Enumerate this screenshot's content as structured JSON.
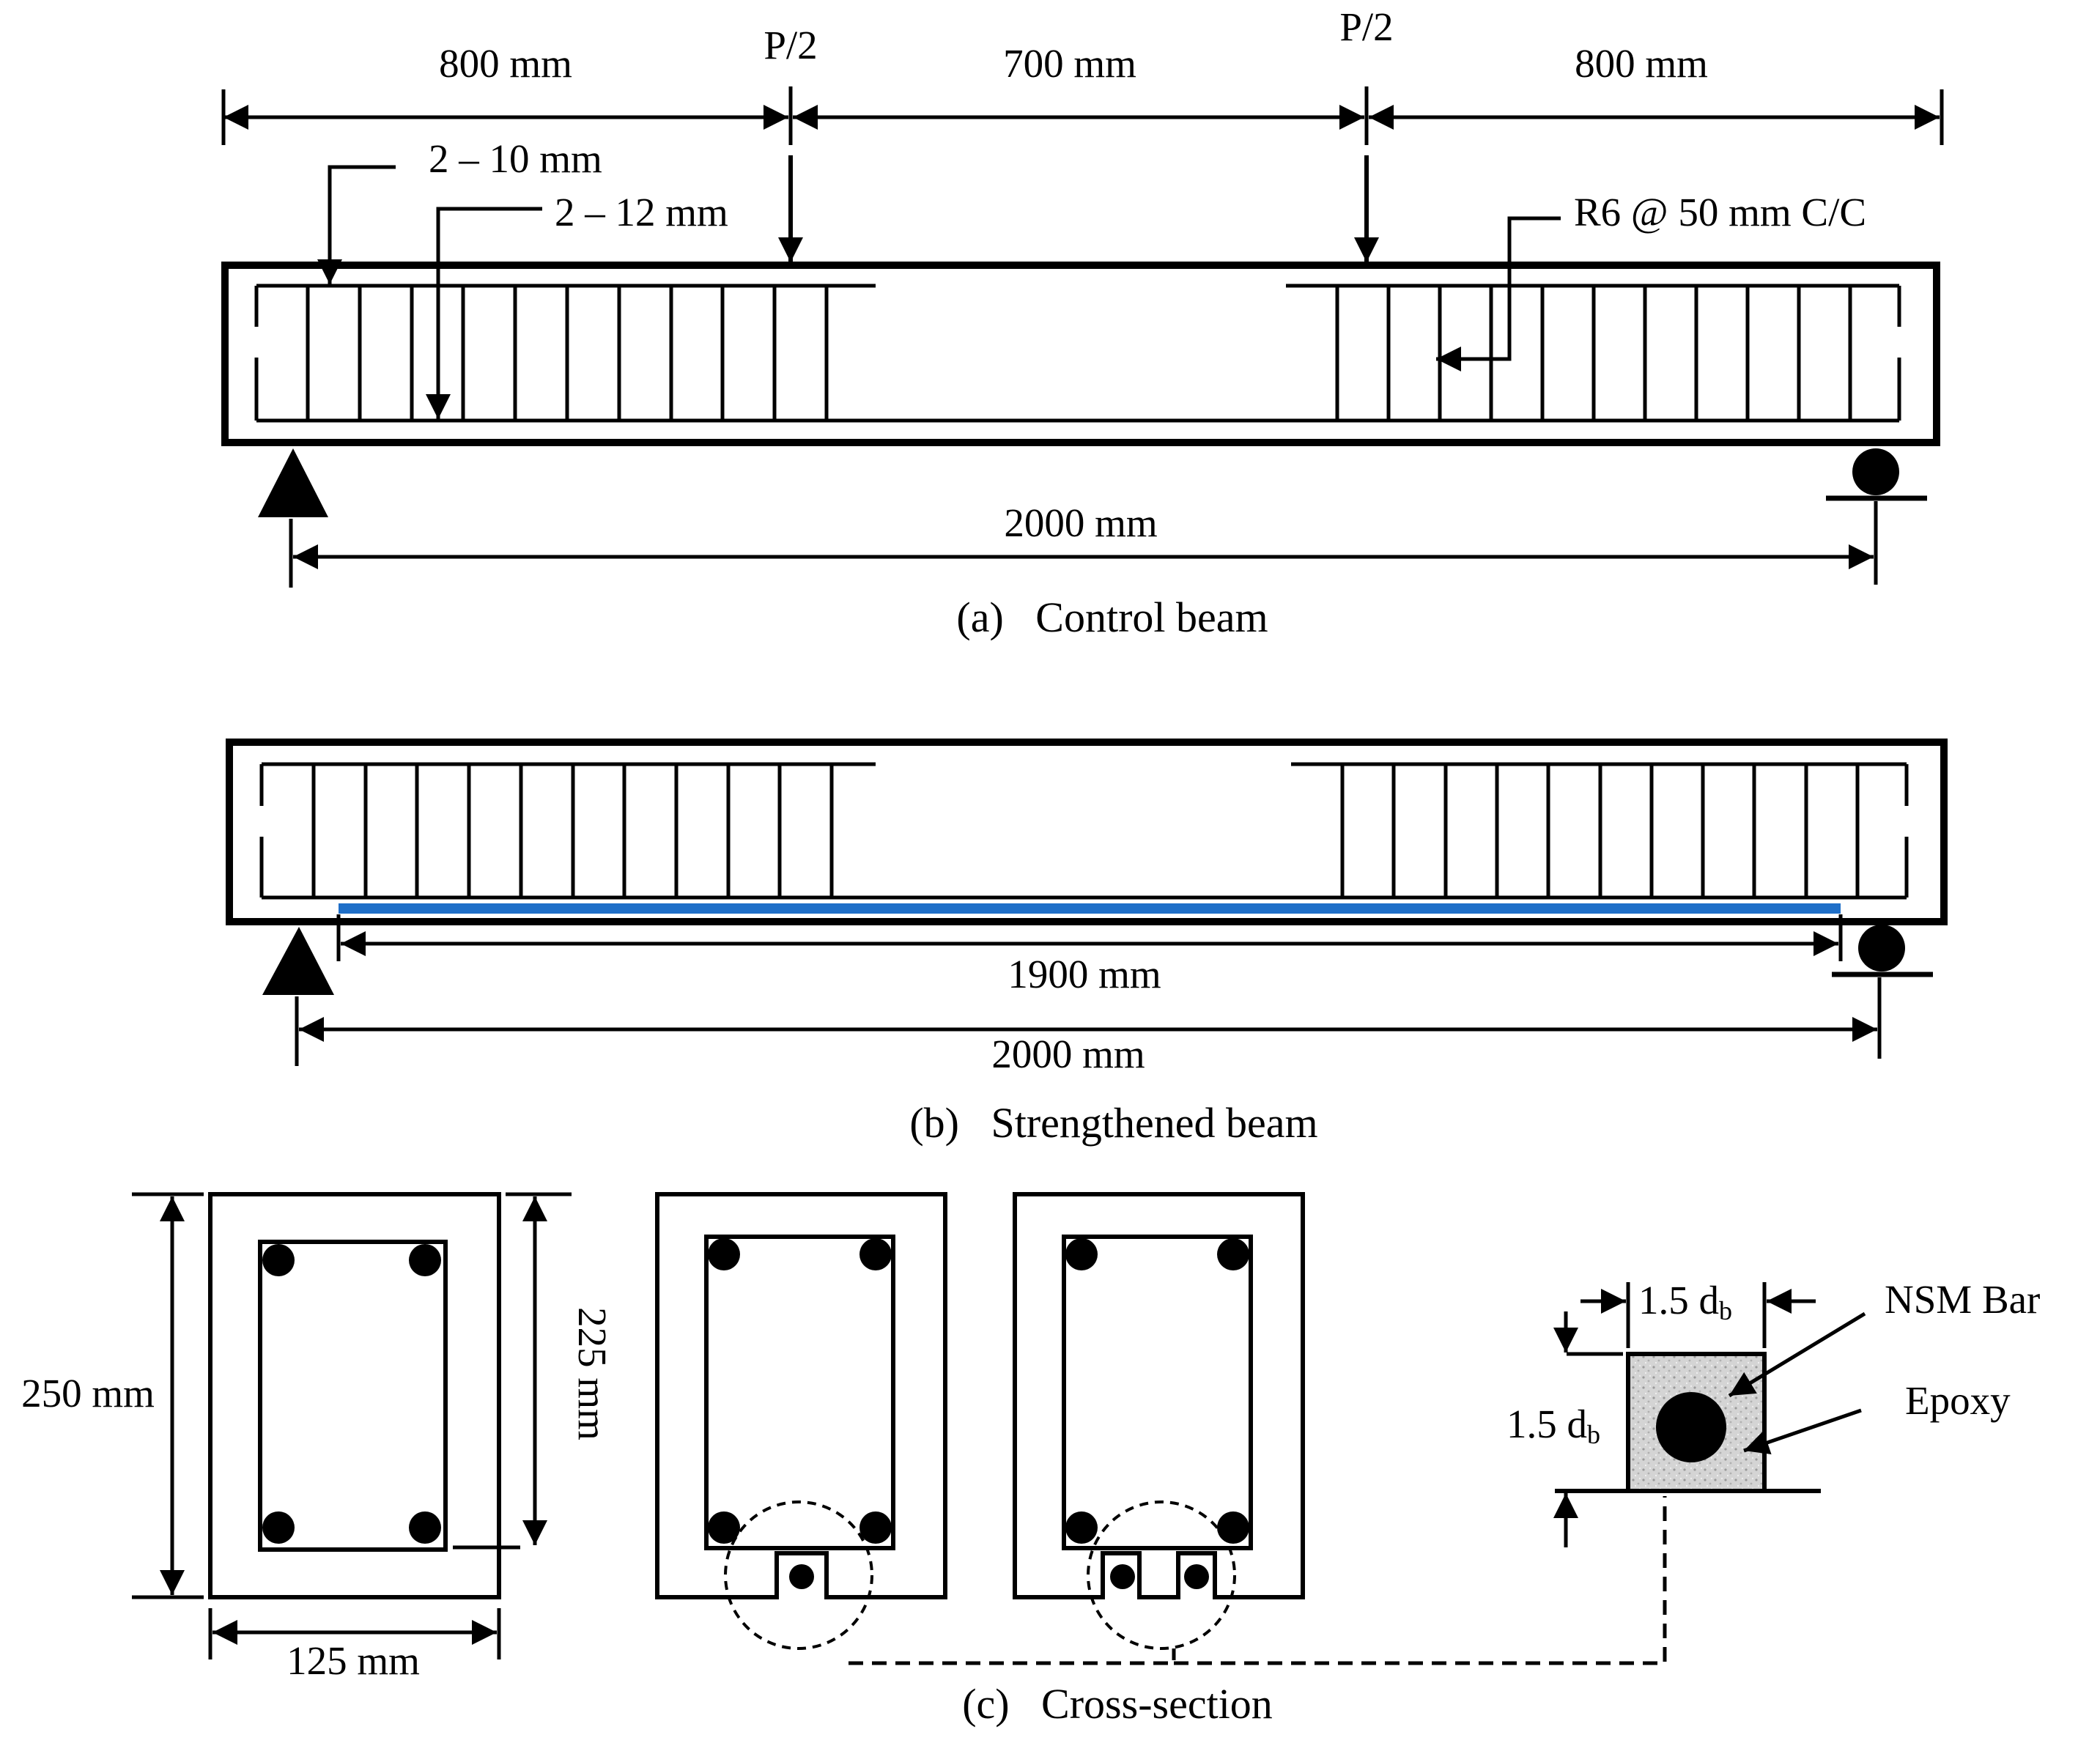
{
  "control_beam": {
    "dims": {
      "left": "800 mm",
      "middle": "700 mm",
      "right": "800 mm"
    },
    "load_label_left": "P/2",
    "load_label_right": "P/2",
    "top_bars": "2 – 10 mm",
    "bottom_bars": "2 – 12 mm",
    "stirrups": "R6 @ 50 mm C/C",
    "span": "2000 mm",
    "caption": "(a)   Control beam"
  },
  "strengthened_beam": {
    "nsm_length": "1900 mm",
    "span": "2000 mm",
    "caption": "(b)   Strengthened beam",
    "nsm_color": "#1f6fc8"
  },
  "cross_section": {
    "height": "250 mm",
    "inner_height": "225 mm",
    "width": "125 mm",
    "caption": "(c)   Cross-section",
    "groove_width": "1.5 d",
    "groove_width_sub": "b",
    "groove_depth": "1.5 d",
    "groove_depth_sub": "b",
    "nsm_bar_label": "NSM Bar",
    "epoxy_label": "Epoxy"
  }
}
